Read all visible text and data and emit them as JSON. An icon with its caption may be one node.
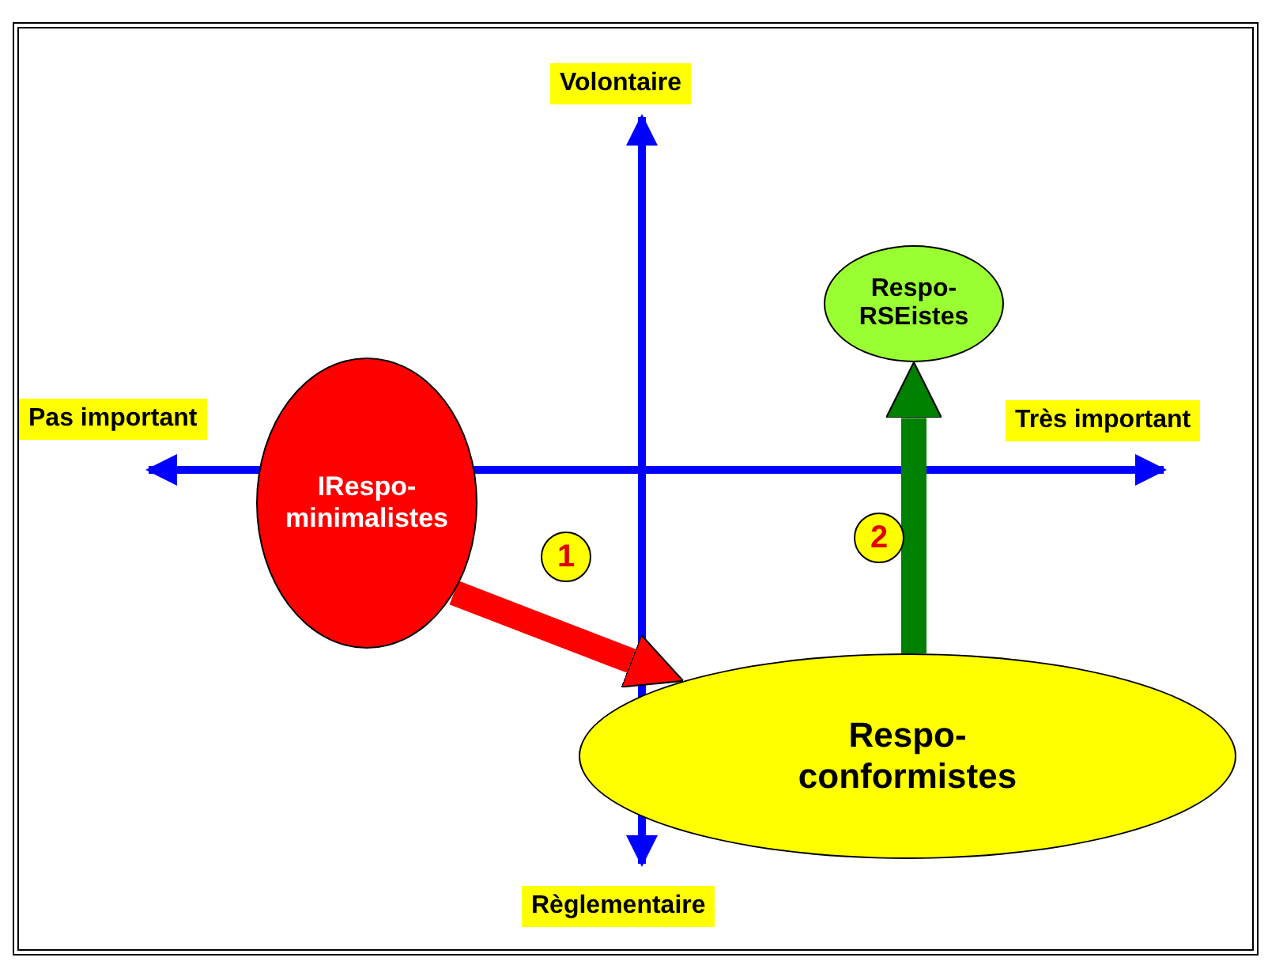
{
  "diagram": {
    "nodes": [
      {
        "text": [
          "IRespo-minimalistes"
        ]
      },
      {
        "text": [
          "Respo-conformistes"
        ]
      },
      {
        "text": [
          "Respo-RSEistes"
        ]
      }
    ],
    "edges": [
      {
        "from": 0,
        "to": 1,
        "arrow": "to",
        "label": "1",
        "color": "#ff0000"
      },
      {
        "from": 1,
        "to": 2,
        "arrow": "to",
        "label": "2",
        "color": "#008000"
      }
    ],
    "labels": [
      "Volontaire",
      "Pas important",
      "Très important",
      "Règlementaire"
    ]
  }
}
